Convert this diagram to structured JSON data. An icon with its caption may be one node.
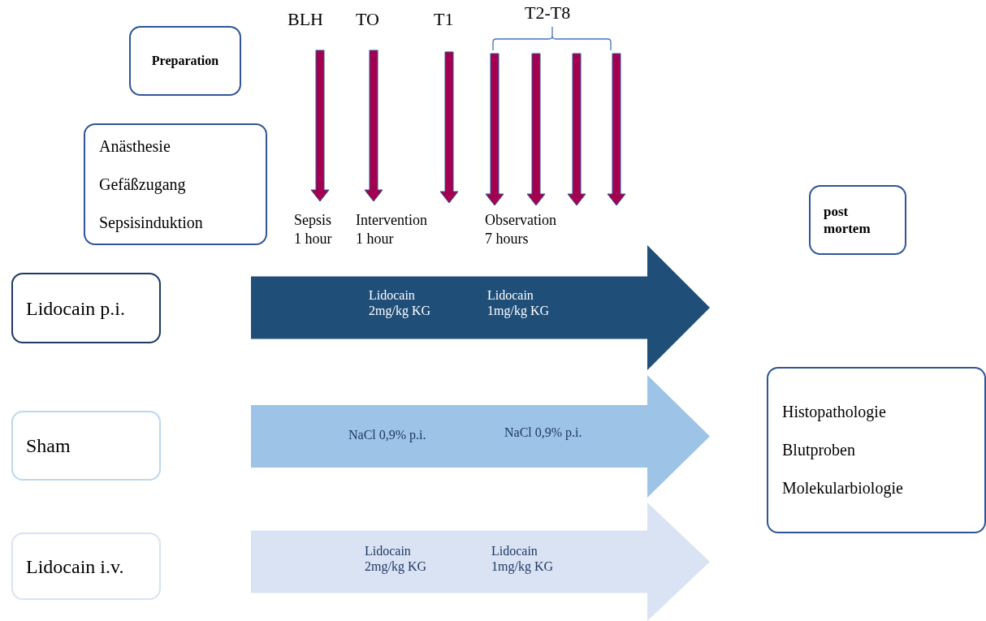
{
  "diagram": {
    "nodes": [
      {
        "text": [
          "Preparation"
        ]
      },
      {
        "text": [
          "Anästhesie",
          "Gefäßzugang",
          "Sepsisinduktion"
        ]
      },
      {
        "text": [
          "post mortem"
        ]
      },
      {
        "text": [
          "Lidocain p.i."
        ]
      },
      {
        "text": [
          "Lidocain 2mg/kg KG",
          "Lidocain 1mg/kg KG"
        ]
      },
      {
        "text": [
          "Sham"
        ]
      },
      {
        "text": [
          "NaCl 0,9% p.i.",
          "NaCl 0,9% p.i."
        ]
      },
      {
        "text": [
          "Lidocain i.v."
        ]
      },
      {
        "text": [
          "Lidocain 2mg/kg KG",
          "Lidocain 1mg/kg KG"
        ]
      },
      {
        "text": [
          "Histopathologie",
          "Blutproben",
          "Molekularbiologie"
        ]
      }
    ],
    "labels": [
      "BLH",
      "TO",
      "T1",
      "T2-T8",
      "Sepsis 1 hour",
      "Intervention 1 hour",
      "Observation 7 hours"
    ]
  }
}
